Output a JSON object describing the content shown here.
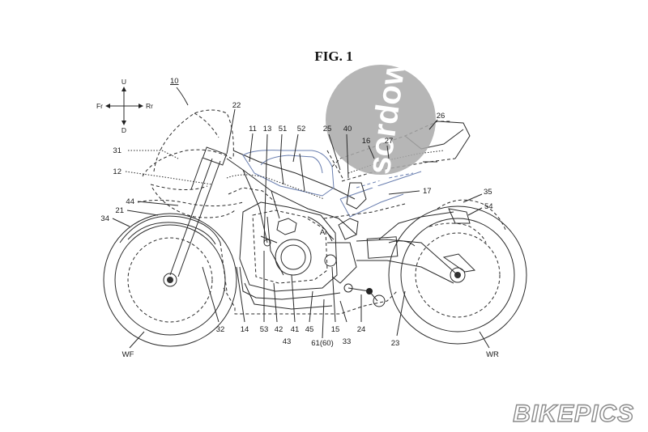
{
  "figure_title": "FIG. 1",
  "directions": {
    "up": "U",
    "down": "D",
    "front": "Fr",
    "rear": "Rr"
  },
  "vehicle_ref": "10",
  "watermark": "visordown",
  "brand_logo": "BIKEPICS",
  "labels": {
    "l22": "22",
    "l11": "11",
    "l13": "13",
    "l51": "51",
    "l52": "52",
    "l25": "25",
    "l40": "40",
    "l26": "26",
    "l16": "16",
    "l27": "27",
    "l31": "31",
    "l12": "12",
    "l17": "17",
    "l35": "35",
    "l44": "44",
    "l21": "21",
    "l54": "54",
    "l34": "34",
    "lA": "A",
    "l32": "32",
    "l14": "14",
    "l53": "53",
    "l42": "42",
    "l41": "41",
    "l45": "45",
    "l15": "15",
    "l33": "33",
    "l24": "24",
    "l23": "23",
    "l43": "43",
    "l61": "61(60)",
    "lWF": "WF",
    "lWR": "WR"
  }
}
